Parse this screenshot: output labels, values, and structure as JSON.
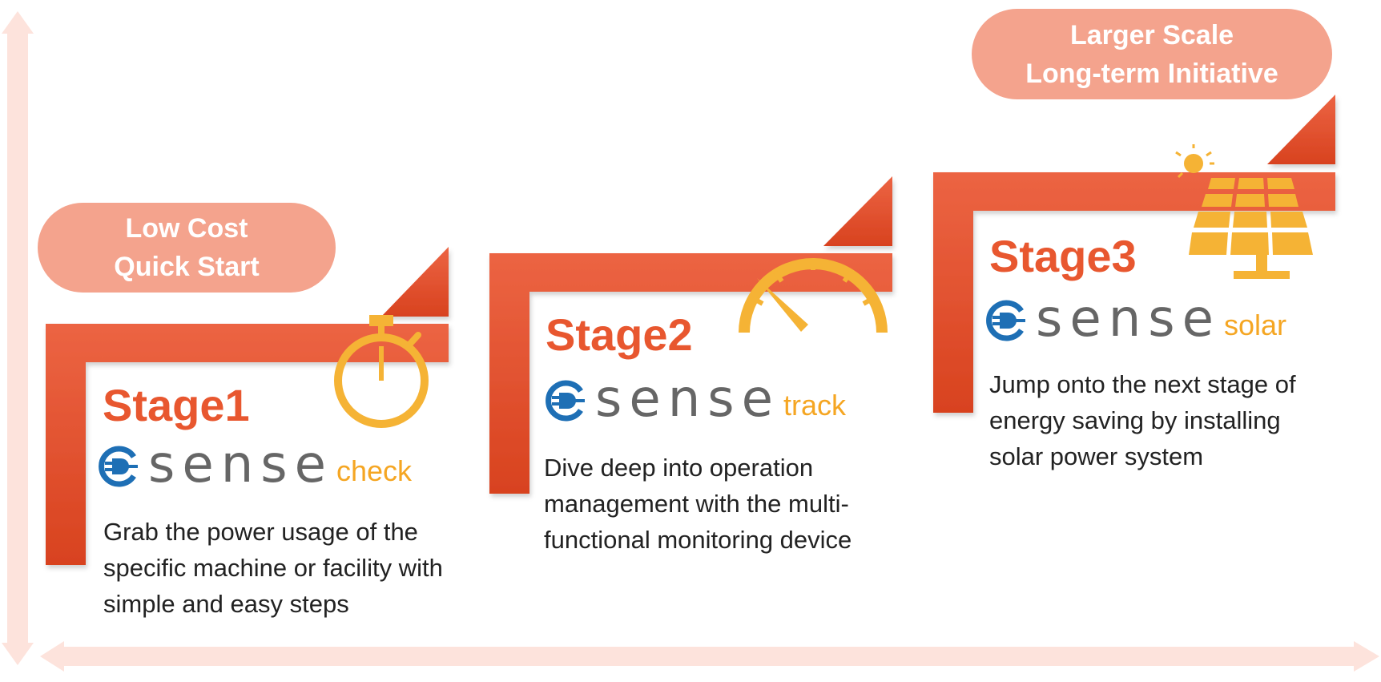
{
  "pills": {
    "low_cost": [
      "Low Cost",
      "Quick Start"
    ],
    "larger_scale": [
      "Larger Scale",
      "Long-term Initiative"
    ]
  },
  "stages": [
    {
      "title": "Stage1",
      "brand_word": "sense",
      "brand_suffix": "check",
      "icon": "stopwatch-icon",
      "description": [
        "Grab the power usage of the",
        "specific machine or facility with",
        "simple and easy steps"
      ]
    },
    {
      "title": "Stage2",
      "brand_word": "sense",
      "brand_suffix": "track",
      "icon": "gauge-icon",
      "description": [
        "Dive deep into operation",
        "management with the multi-",
        "functional monitoring device"
      ]
    },
    {
      "title": "Stage3",
      "brand_word": "sense",
      "brand_suffix": "solar",
      "icon": "solar-panel-icon",
      "description": [
        "Jump onto the next stage of",
        "energy saving by installing",
        "solar power system"
      ]
    }
  ],
  "colors": {
    "step_orange": "#e8572f",
    "pill_salmon": "#f4a38d",
    "icon_yellow": "#f5b335",
    "axis_pink": "#fde3dc",
    "logo_blue": "#1e6fb5",
    "brand_grey": "#666666",
    "brand_suffix": "#f5a623"
  }
}
